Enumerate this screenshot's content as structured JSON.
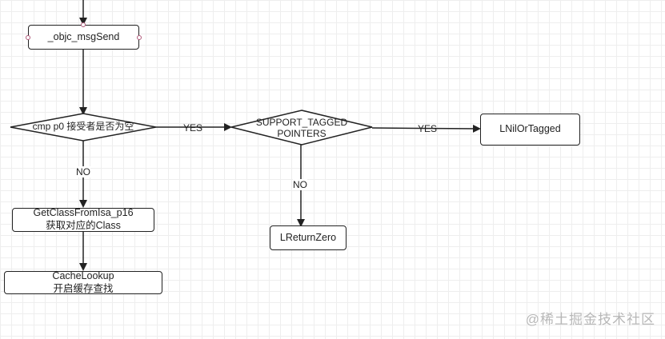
{
  "nodes": {
    "msgsend": "_objc_msgSend",
    "cmp_p0": "cmp p0 接受者是否为空",
    "support_tagged": [
      "SUPPORT_TAGGED",
      "POINTERS"
    ],
    "lnil_or_tagged": "LNilOrTagged",
    "get_class": [
      "GetClassFromIsa_p16",
      "获取对应的Class"
    ],
    "lreturn_zero": "LReturnZero",
    "cache_lookup": [
      "CacheLookup",
      "开启缓存查找"
    ]
  },
  "edges": {
    "yes1": "YES",
    "yes2": "YES",
    "no1": "NO",
    "no2": "NO"
  },
  "watermark": "@稀土掘金技术社区"
}
